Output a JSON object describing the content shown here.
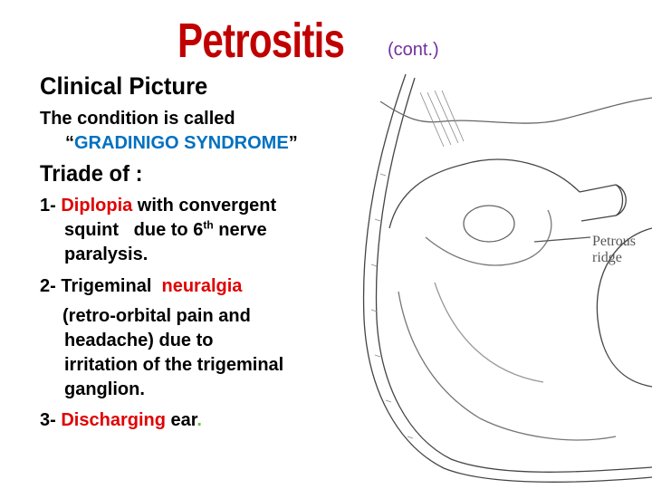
{
  "slide": {
    "title": "Petrositis",
    "title_suffix": "(cont.)",
    "heading": "Clinical Picture",
    "intro_line": "The condition is called",
    "syndrome_open_quote": "“",
    "syndrome_name": "GRADINIGO SYNDROME",
    "syndrome_close_quote": "”",
    "triade_heading": "Triade of :",
    "items": [
      {
        "number": "1-",
        "highlight": "Diplopia",
        "rest_line1": " with convergent",
        "line2_pre": "squint   due to 6",
        "line2_sup": "th",
        "line2_post": " nerve",
        "line3": "paralysis."
      },
      {
        "number": "2-",
        "pre": " Trigeminal  ",
        "highlight": "neuralgia",
        "line2": "(retro-orbital pain and",
        "line3": "headache) due to",
        "line4": "irritation of the trigeminal",
        "line5": "ganglion."
      },
      {
        "number": "3-",
        "highlight": "Discharging",
        "rest": " ear",
        "period": "."
      }
    ]
  },
  "figure": {
    "label_line1": "Petrous",
    "label_line2": "ridge"
  },
  "colors": {
    "title": "#c00000",
    "suffix": "#7030a0",
    "highlight": "#e00000",
    "syndrome": "#0070c0",
    "period": "#70c040"
  }
}
